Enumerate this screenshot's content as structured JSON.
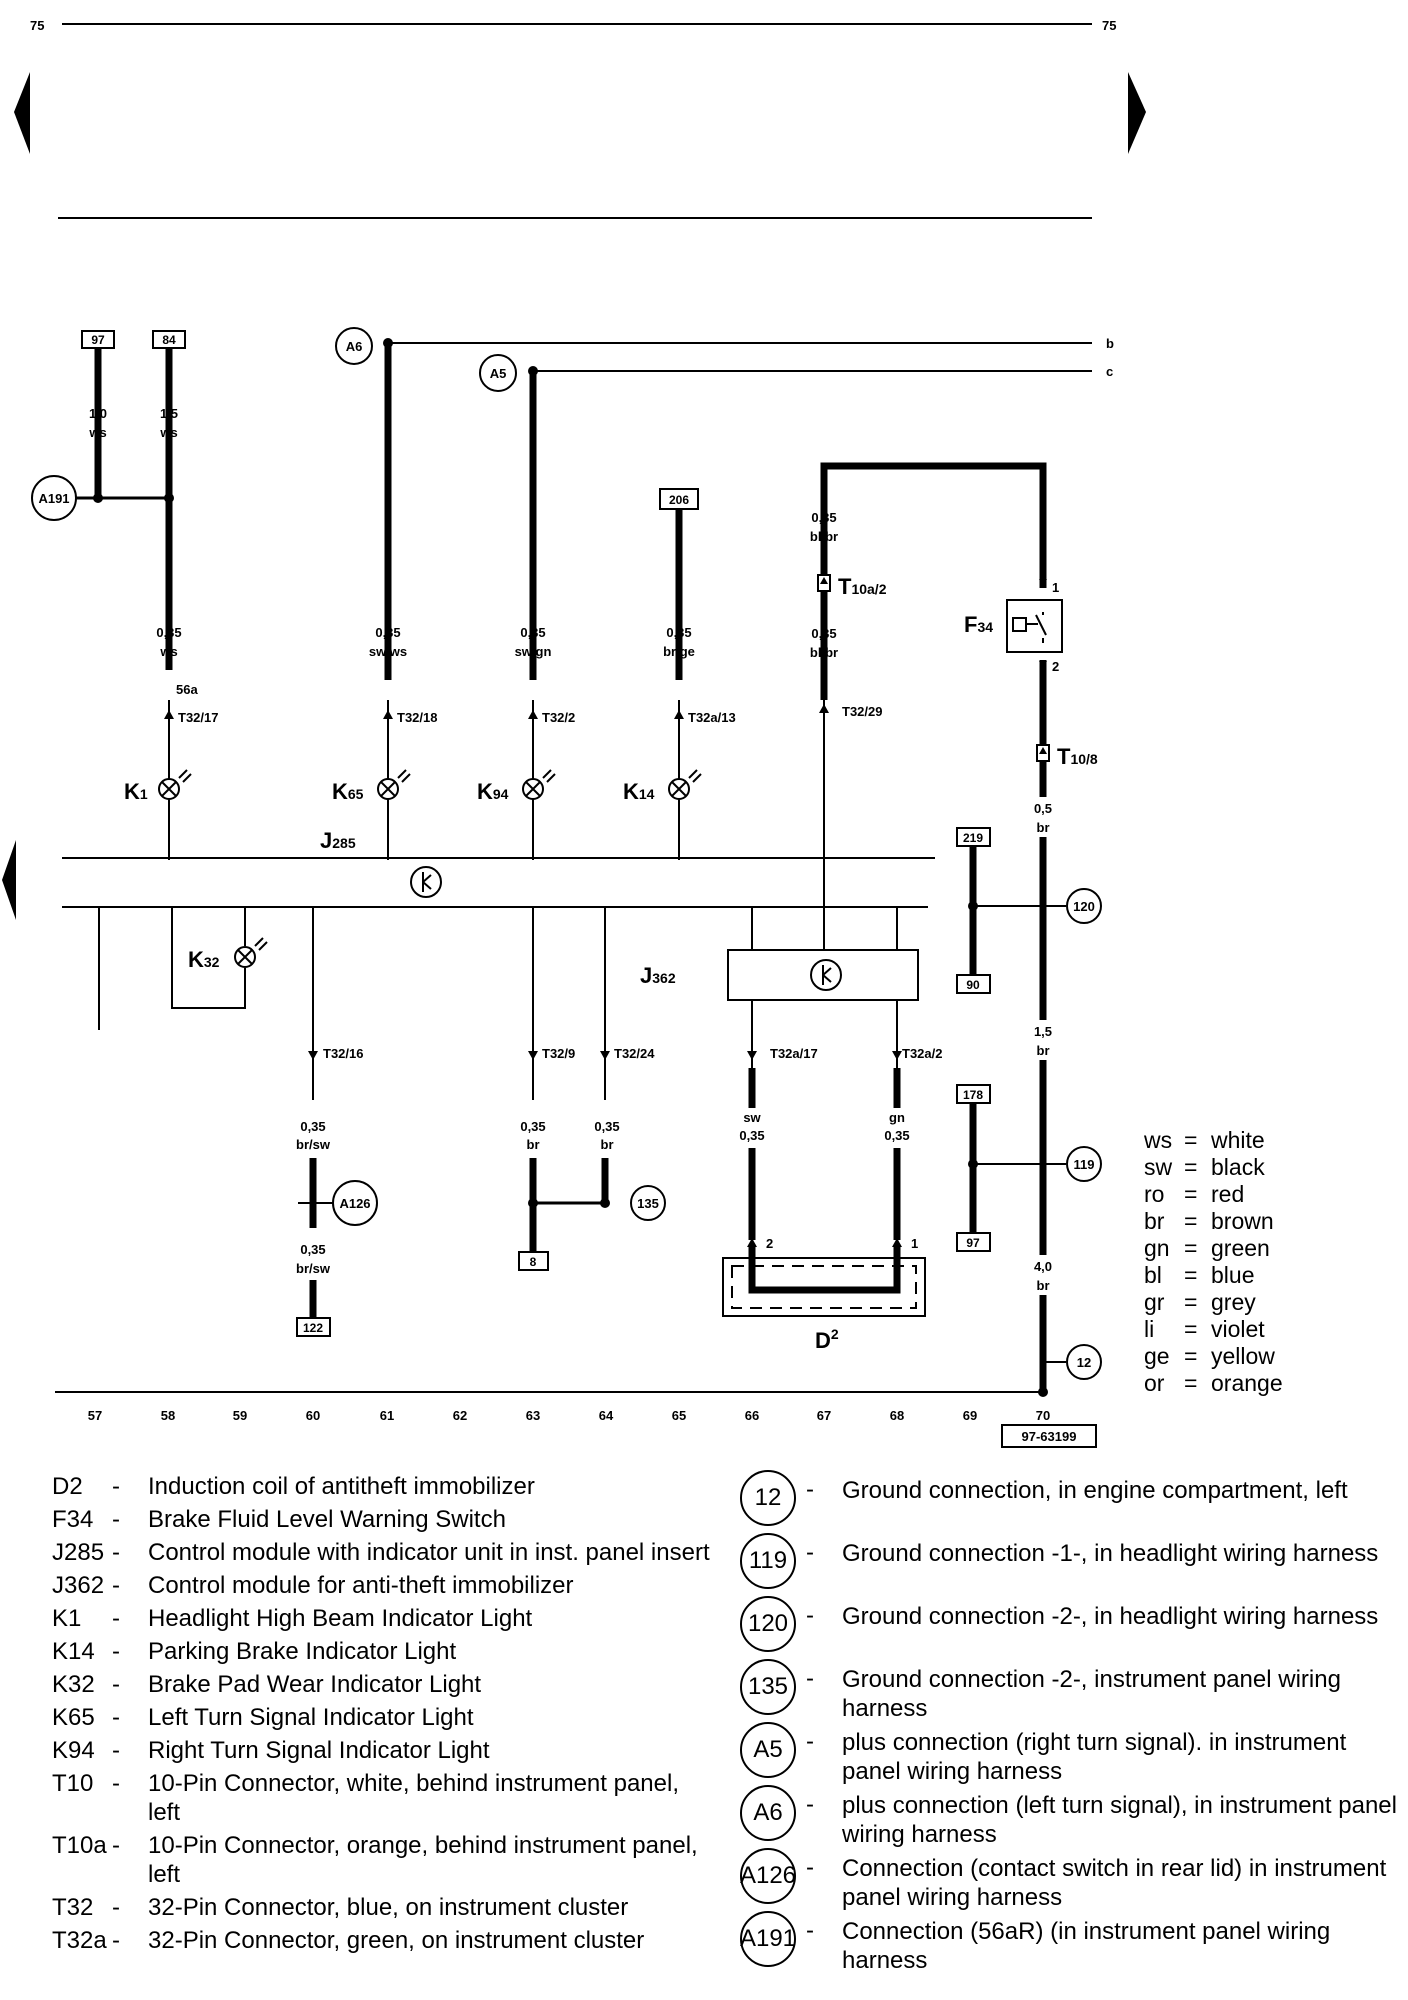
{
  "page": {
    "number_left": "75",
    "number_right": "75",
    "reference_code": "97-63199"
  },
  "wires": {
    "w_ws_1": {
      "gauge": "1,0",
      "color": "ws"
    },
    "w_ws_15": {
      "gauge": "1,5",
      "color": "ws"
    },
    "w_k1": {
      "gauge": "0,35",
      "color": "ws"
    },
    "w_k65": {
      "gauge": "0,35",
      "color": "sw/ws"
    },
    "w_k94": {
      "gauge": "0,35",
      "color": "sw/gn"
    },
    "w_k14": {
      "gauge": "0,35",
      "color": "br/ge"
    },
    "w_t10a_top": {
      "gauge": "0,35",
      "color": "bl/br"
    },
    "w_t10a_bot": {
      "gauge": "0,35",
      "color": "bl/br"
    },
    "w_f34_out": {
      "gauge": "0,5",
      "color": "br"
    },
    "w_ground_mid": {
      "gauge": "1,5",
      "color": "br"
    },
    "w_ground_low": {
      "gauge": "4,0",
      "color": "br"
    },
    "w_t32_16": {
      "gauge": "0,35",
      "color": "br/sw"
    },
    "w_a126_low": {
      "gauge": "0,35",
      "color": "br/sw"
    },
    "w_t32_9": {
      "gauge": "0,35",
      "color": "br"
    },
    "w_t32_24": {
      "gauge": "0,35",
      "color": "br"
    },
    "w_d2_2": {
      "gauge": "0,35",
      "color": "sw"
    },
    "w_d2_1": {
      "gauge": "0,35",
      "color": "gn"
    }
  },
  "labels": {
    "line_b": "b",
    "line_c": "c",
    "pin_56a": "56a",
    "t32_17": "T32/17",
    "t32_18": "T32/18",
    "t32_2": "T32/2",
    "t32a_13": "T32a/13",
    "t32_29": "T32/29",
    "t32_16": "T32/16",
    "t32_9": "T32/9",
    "t32_24": "T32/24",
    "t32a_17": "T32a/17",
    "t32a_2": "T32a/2",
    "f34_pin1": "1",
    "f34_pin2": "2",
    "d2_pin2": "2",
    "d2_pin1": "1"
  },
  "components": {
    "K1": {
      "main": "K",
      "sub": "1"
    },
    "K65": {
      "main": "K",
      "sub": "65"
    },
    "K94": {
      "main": "K",
      "sub": "94"
    },
    "K14": {
      "main": "K",
      "sub": "14"
    },
    "K32": {
      "main": "K",
      "sub": "32"
    },
    "J285": {
      "main": "J",
      "sub": "285"
    },
    "J362": {
      "main": "J",
      "sub": "362"
    },
    "F34": {
      "main": "F",
      "sub": "34"
    },
    "T10a2": {
      "main": "T",
      "sub": "10a/2"
    },
    "T108": {
      "main": "T",
      "sub": "10/8"
    },
    "D2": {
      "main": "D",
      "sub": "2"
    }
  },
  "connectors": {
    "c97top": "97",
    "c84": "84",
    "c206": "206",
    "c219": "219",
    "c90": "90",
    "c178": "178",
    "c97low": "97",
    "c8": "8",
    "c122": "122"
  },
  "circle_labels": {
    "A6": "A6",
    "A5": "A5",
    "A191": "A191",
    "A126": "A126",
    "g135": "135",
    "g120": "120",
    "g119": "119",
    "g12": "12"
  },
  "track_numbers": [
    "57",
    "58",
    "59",
    "60",
    "61",
    "62",
    "63",
    "64",
    "65",
    "66",
    "67",
    "68",
    "69",
    "70"
  ],
  "color_key": [
    {
      "code": "ws",
      "name": "white"
    },
    {
      "code": "sw",
      "name": "black"
    },
    {
      "code": "ro",
      "name": "red"
    },
    {
      "code": "br",
      "name": "brown"
    },
    {
      "code": "gn",
      "name": "green"
    },
    {
      "code": "bl",
      "name": "blue"
    },
    {
      "code": "gr",
      "name": "grey"
    },
    {
      "code": "li",
      "name": "violet"
    },
    {
      "code": "ge",
      "name": "yellow"
    },
    {
      "code": "or",
      "name": "orange"
    }
  ],
  "legend_components": [
    {
      "code": "D2",
      "desc": "Induction coil of antitheft immobilizer"
    },
    {
      "code": "F34",
      "desc": "Brake Fluid Level Warning Switch"
    },
    {
      "code": "J285",
      "desc": "Control module with indicator unit in inst. panel insert"
    },
    {
      "code": "J362",
      "desc": "Control module for anti-theft immobilizer"
    },
    {
      "code": "K1",
      "desc": "Headlight High Beam Indicator Light"
    },
    {
      "code": "K14",
      "desc": "Parking Brake Indicator Light"
    },
    {
      "code": "K32",
      "desc": "Brake Pad Wear Indicator Light"
    },
    {
      "code": "K65",
      "desc": "Left Turn Signal Indicator Light"
    },
    {
      "code": "K94",
      "desc": "Right Turn Signal Indicator Light"
    },
    {
      "code": "T10",
      "desc": "10-Pin Connector, white, behind instrument panel, left"
    },
    {
      "code": "T10a",
      "desc": "10-Pin Connector, orange, behind instrument panel, left"
    },
    {
      "code": "T32",
      "desc": "32-Pin Connector, blue, on instrument cluster"
    },
    {
      "code": "T32a",
      "desc": "32-Pin Connector, green, on instrument cluster"
    }
  ],
  "legend_grounds": [
    {
      "code": "12",
      "desc": "Ground connection, in engine compartment, left"
    },
    {
      "code": "119",
      "desc": "Ground connection -1-, in headlight wiring harness"
    },
    {
      "code": "120",
      "desc": "Ground connection -2-, in headlight wiring harness"
    },
    {
      "code": "135",
      "desc": "Ground connection -2-, instrument panel wiring harness"
    },
    {
      "code": "A5",
      "desc": "plus connection (right turn signal). in instrument panel wiring harness"
    },
    {
      "code": "A6",
      "desc": "plus connection (left turn signal), in instrument panel wiring harness"
    },
    {
      "code": "A126",
      "desc": "Connection (contact switch in rear lid) in instrument panel wiring harness"
    },
    {
      "code": "A191",
      "desc": "Connection (56aR) (in instrument panel wiring harness"
    }
  ]
}
